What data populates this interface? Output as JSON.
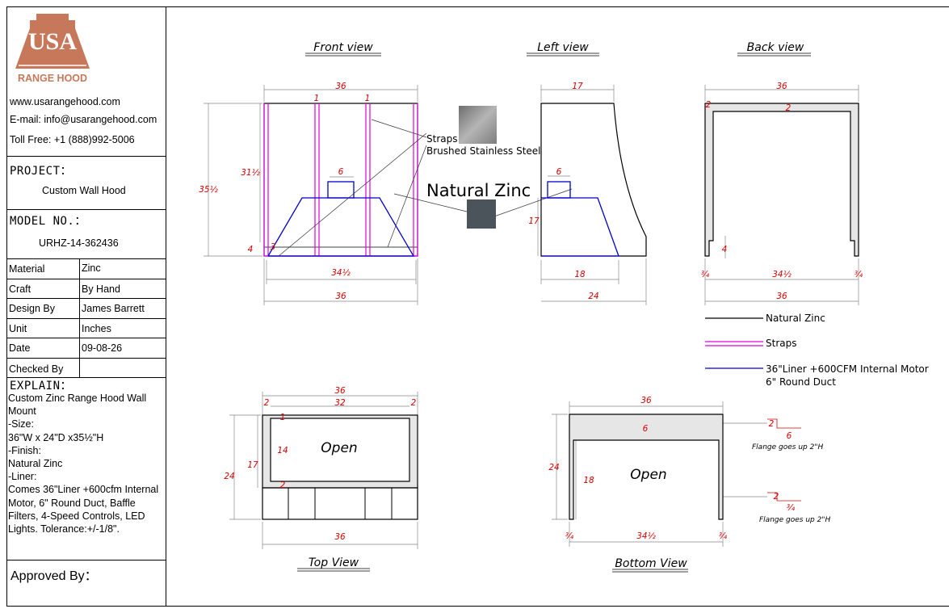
{
  "brand": {
    "logo_letters": "USA",
    "logo_name": "RANGE HOOD",
    "accent_color": "#c8785a",
    "website": "www.usarangehood.com",
    "email": "E-mail: info@usarangehood.com",
    "toll_free": "Toll Free: +1 (888)992-5006"
  },
  "project": {
    "label": "PROJECT：",
    "value": "Custom Wall Hood"
  },
  "model": {
    "label": "MODEL NO.：",
    "value": "URHZ-14-362436"
  },
  "specs": [
    {
      "label": "Material",
      "value": "Zinc"
    },
    {
      "label": "Craft",
      "value": "By Hand"
    },
    {
      "label": "Design By",
      "value": "James Barrett"
    },
    {
      "label": "Unit",
      "value": "Inches"
    },
    {
      "label": "Date",
      "value": "09-08-26"
    },
    {
      "label": "Checked By",
      "value": ""
    }
  ],
  "explain": {
    "label": "EXPLAIN：",
    "text": "Custom Zinc Range Hood Wall\nMount\n-Size:\n36\"W x 24\"D x35½\"H\n-Finish:\nNatural Zinc\n-Liner:\nComes 36\"Liner +600cfm Internal\nMotor, 6\" Round Duct, Baffle\nFilters, 4-Speed Controls, LED\nLights. Tolerance:+/-1/8\"."
  },
  "approved": {
    "label": "Approved By："
  },
  "views": {
    "front": "Front view",
    "left": "Left view",
    "back": "Back view",
    "top": "Top View",
    "bottom": "Bottom View"
  },
  "materials": {
    "straps_label": "Straps",
    "straps_finish": "Brushed Stainless Steel",
    "zinc_label": "Natural Zinc"
  },
  "legend": [
    {
      "label": "Natural Zinc",
      "color": "#000000"
    },
    {
      "label": "Straps",
      "color": "#e000e0"
    },
    {
      "label": "36\"Liner +600CFM Internal Motor",
      "label2": "6\" Round Duct",
      "color": "#0000cc"
    }
  ],
  "dims": {
    "d36": "36",
    "d17": "17",
    "d24": "24",
    "d18": "18",
    "d6": "6",
    "d4": "4",
    "d3": "3",
    "d2": "2",
    "d1": "1",
    "d14": "14",
    "d32": "32",
    "d31_5": "31½",
    "d35_5": "35½",
    "d34_5": "34½",
    "d3_4": "¾"
  },
  "annotations": {
    "open": "Open",
    "flange1": "Flange goes up 2\"H",
    "flange2": "Flange goes up 2\"H"
  },
  "colors": {
    "dim": "#dd0000",
    "strap": "#e000e0",
    "liner": "#0000cc",
    "zinc_fill": "#4a545a",
    "steel_fill": "#9a9a9a",
    "hood_fill": "#e6e6e6"
  }
}
